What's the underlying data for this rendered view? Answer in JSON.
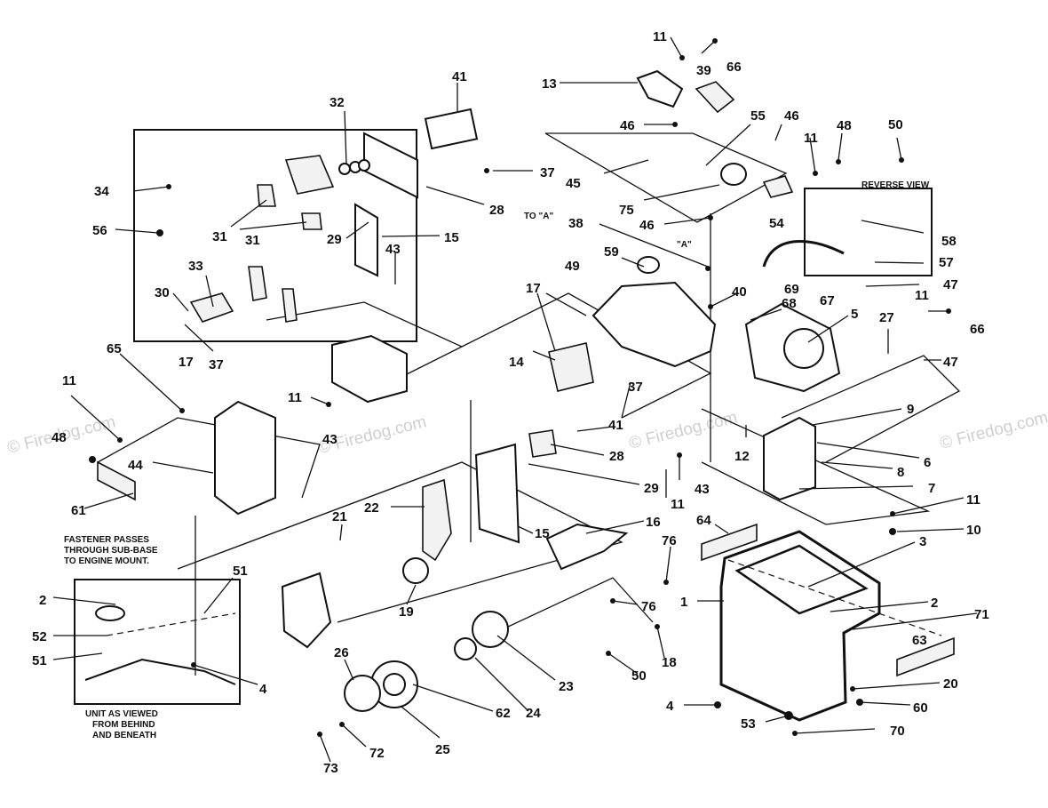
{
  "watermark": "© Firedog.com",
  "notes": {
    "fastener_line1": "FASTENER PASSES",
    "fastener_line2": "THROUGH SUB-BASE",
    "fastener_line3": "TO ENGINE MOUNT.",
    "view_line1": "UNIT AS VIEWED",
    "view_line2": "FROM BEHIND",
    "view_line3": "AND BENEATH",
    "reverse_view": "REVERSE VIEW",
    "to_a": "TO \"A\"",
    "a_marker": "\"A\""
  },
  "callouts": [
    "11",
    "66",
    "13",
    "39",
    "46",
    "55",
    "46",
    "11",
    "48",
    "50",
    "41",
    "32",
    "37",
    "45",
    "75",
    "46",
    "54",
    "34",
    "28",
    "56",
    "31",
    "31",
    "29",
    "15",
    "43",
    "38",
    "59",
    "58",
    "49",
    "57",
    "33",
    "30",
    "17",
    "69",
    "67",
    "40",
    "47",
    "11",
    "37",
    "68",
    "5",
    "27",
    "66",
    "65",
    "14",
    "47",
    "17",
    "11",
    "11",
    "37",
    "9",
    "43",
    "41",
    "48",
    "12",
    "6",
    "28",
    "44",
    "29",
    "8",
    "61",
    "11",
    "43",
    "7",
    "21",
    "22",
    "16",
    "11",
    "10",
    "15",
    "64",
    "76",
    "3",
    "51",
    "2",
    "19",
    "1",
    "76",
    "2",
    "71",
    "52",
    "63",
    "51",
    "4",
    "18",
    "23",
    "50",
    "26",
    "20",
    "4",
    "60",
    "62",
    "24",
    "53",
    "70",
    "25",
    "72",
    "73"
  ]
}
